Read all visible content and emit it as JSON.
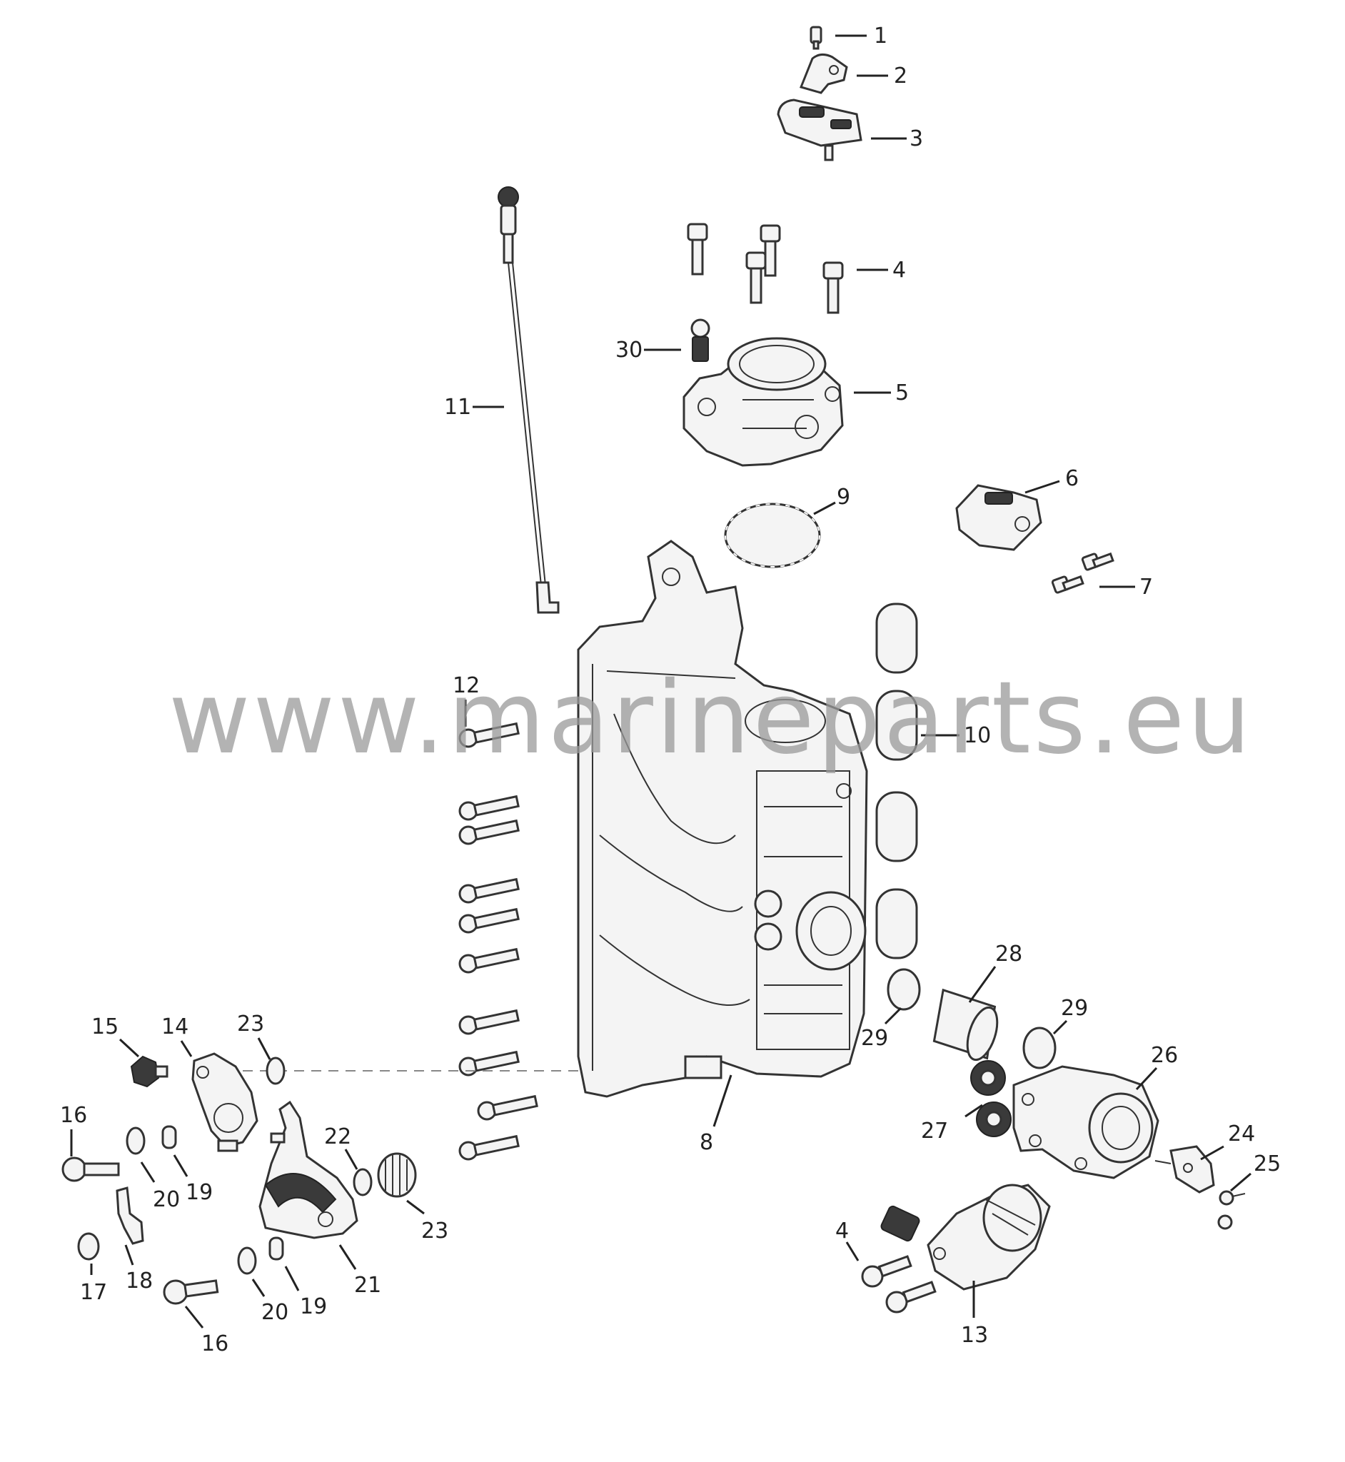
{
  "watermark": "www.marineparts.eu",
  "callouts": [
    {
      "id": "c1",
      "label": "1"
    },
    {
      "id": "c2",
      "label": "2"
    },
    {
      "id": "c3",
      "label": "3"
    },
    {
      "id": "c4a",
      "label": "4"
    },
    {
      "id": "c30",
      "label": "30"
    },
    {
      "id": "c5",
      "label": "5"
    },
    {
      "id": "c11",
      "label": "11"
    },
    {
      "id": "c6",
      "label": "6"
    },
    {
      "id": "c9",
      "label": "9"
    },
    {
      "id": "c7",
      "label": "7"
    },
    {
      "id": "c12",
      "label": "12"
    },
    {
      "id": "c10",
      "label": "10"
    },
    {
      "id": "c28",
      "label": "28"
    },
    {
      "id": "c29a",
      "label": "29"
    },
    {
      "id": "c29b",
      "label": "29"
    },
    {
      "id": "c26",
      "label": "26"
    },
    {
      "id": "c15",
      "label": "15"
    },
    {
      "id": "c14",
      "label": "14"
    },
    {
      "id": "c23a",
      "label": "23"
    },
    {
      "id": "c27",
      "label": "27"
    },
    {
      "id": "c8",
      "label": "8"
    },
    {
      "id": "c24",
      "label": "24"
    },
    {
      "id": "c25",
      "label": "25"
    },
    {
      "id": "c16a",
      "label": "16"
    },
    {
      "id": "c22",
      "label": "22"
    },
    {
      "id": "c20a",
      "label": "20"
    },
    {
      "id": "c19a",
      "label": "19"
    },
    {
      "id": "c23b",
      "label": "23"
    },
    {
      "id": "c4b",
      "label": "4"
    },
    {
      "id": "c18",
      "label": "18"
    },
    {
      "id": "c17",
      "label": "17"
    },
    {
      "id": "c20b",
      "label": "20"
    },
    {
      "id": "c19b",
      "label": "19"
    },
    {
      "id": "c21",
      "label": "21"
    },
    {
      "id": "c13",
      "label": "13"
    },
    {
      "id": "c16b",
      "label": "16"
    }
  ]
}
